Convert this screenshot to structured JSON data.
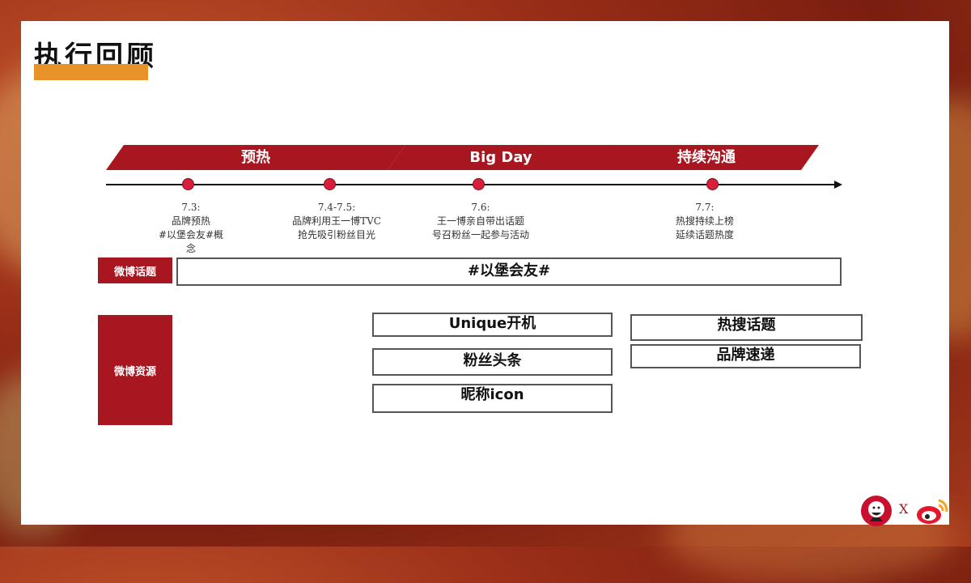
{
  "slide": {
    "title": "执行回顾"
  },
  "phases": [
    {
      "label": "预热"
    },
    {
      "label": "Big Day"
    },
    {
      "label": "持续沟通"
    }
  ],
  "events": [
    {
      "date": "7.3:",
      "lines": [
        "品牌预热",
        "#以堡会友#概",
        "念"
      ]
    },
    {
      "date": "7.4-7.5:",
      "lines": [
        "品牌利用王一博TVC",
        "抢先吸引粉丝目光"
      ]
    },
    {
      "date": "7.6:",
      "lines": [
        "王一博亲自带出话题",
        "号召粉丝一起参与活动"
      ]
    },
    {
      "date": "7.7:",
      "lines": [
        "热搜持续上榜",
        "延续话题热度"
      ]
    }
  ],
  "weibo_topic": {
    "label": "微博话题",
    "value": "#以堡会友#"
  },
  "weibo_resources": {
    "label": "微博资源",
    "left_column": [
      "Unique开机",
      "粉丝头条",
      "昵称icon"
    ],
    "right_column": [
      "热搜话题",
      "品牌速递"
    ]
  },
  "footer": {
    "separator": "X",
    "left_logo": "kfc-logo-icon",
    "right_logo": "weibo-logo-icon"
  },
  "colors": {
    "brand_red": "#a8161f",
    "accent_orange": "#e8922a",
    "dot_red": "#d81e3a"
  }
}
